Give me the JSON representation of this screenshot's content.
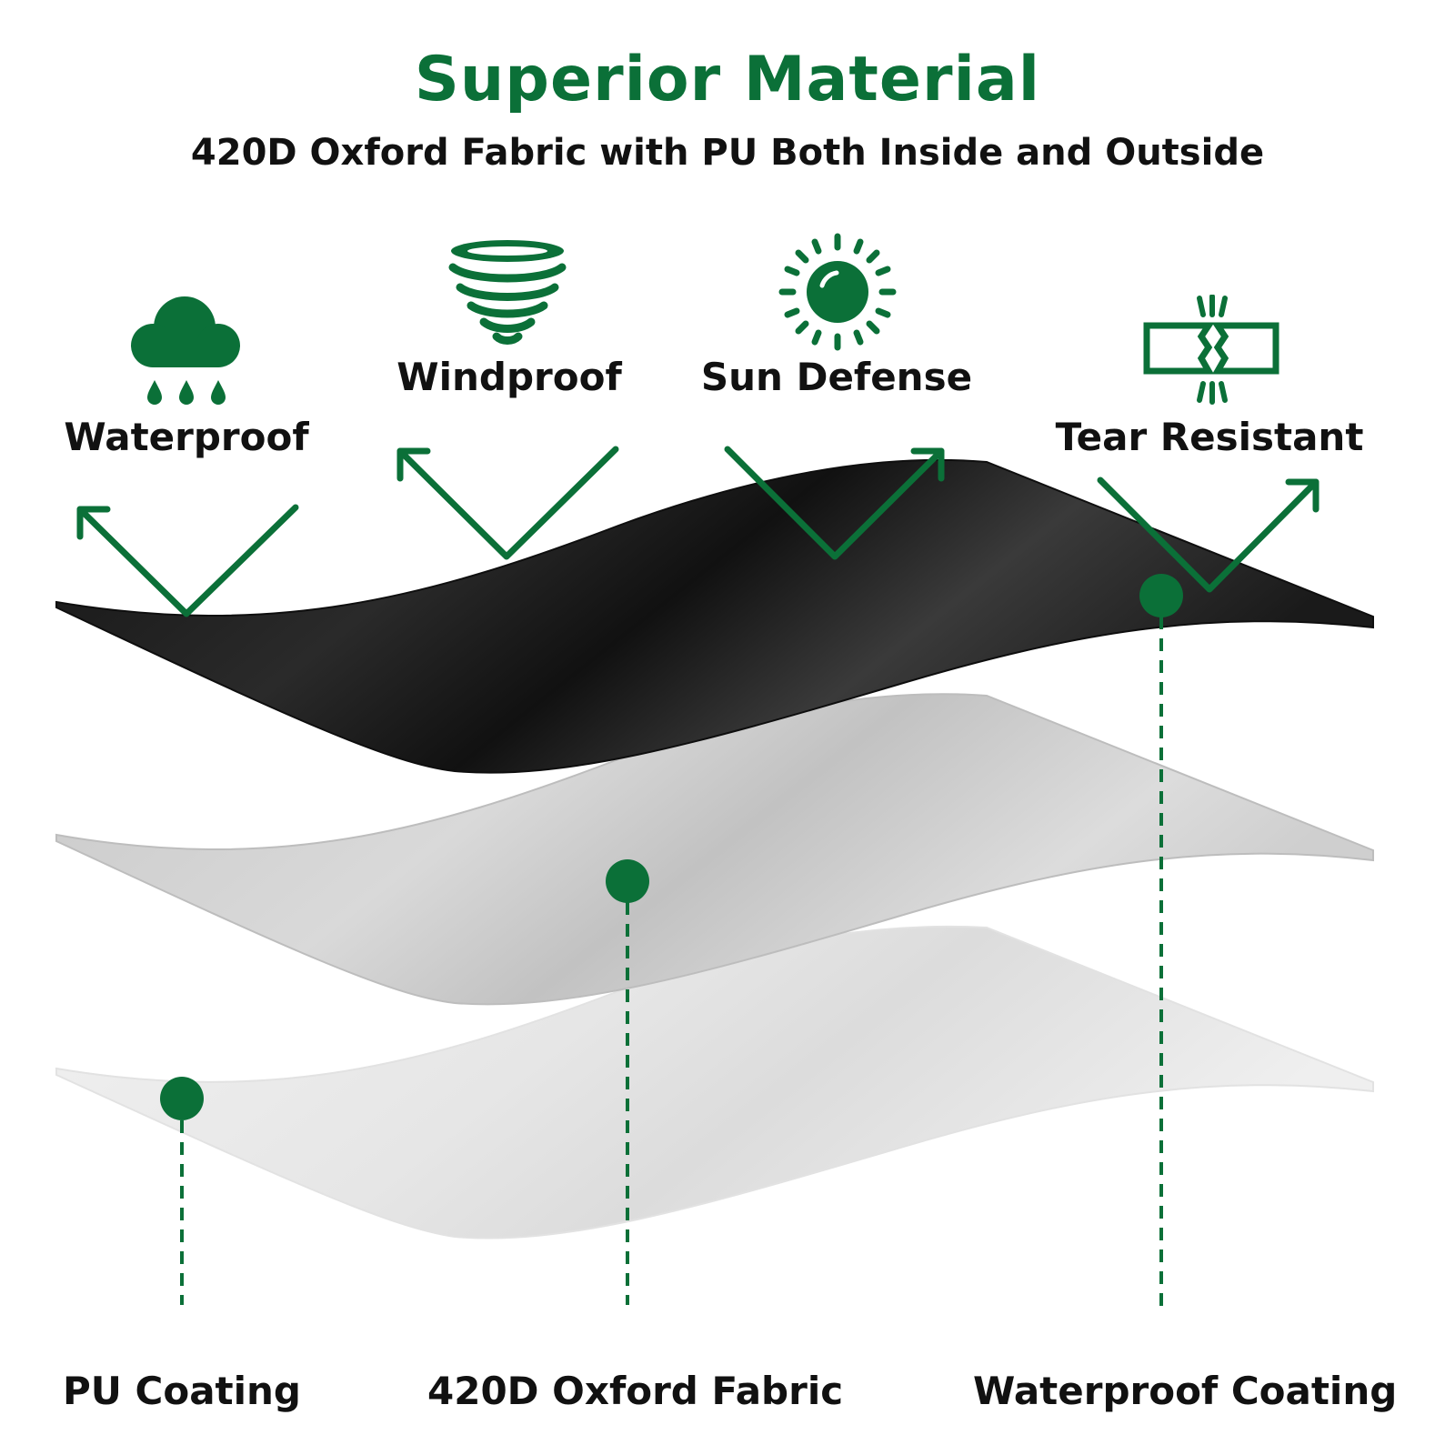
{
  "header": {
    "title": "Superior Material",
    "subtitle": "420D Oxford Fabric with PU Both Inside and Outside"
  },
  "features": [
    {
      "label": "Waterproof",
      "icon": "rain-cloud-icon"
    },
    {
      "label": "Windproof",
      "icon": "tornado-icon"
    },
    {
      "label": "Sun Defense",
      "icon": "sun-icon"
    },
    {
      "label": "Tear Resistant",
      "icon": "torn-fabric-icon"
    }
  ],
  "layers": [
    {
      "label": "PU Coating"
    },
    {
      "label": "420D Oxford Fabric"
    },
    {
      "label": "Waterproof Coating"
    }
  ],
  "colors": {
    "accent": "#0b7038",
    "text": "#111111",
    "top_layer": "#1e1e1e",
    "middle_layer": "#d3d3d3",
    "bottom_layer": "#ececec"
  }
}
